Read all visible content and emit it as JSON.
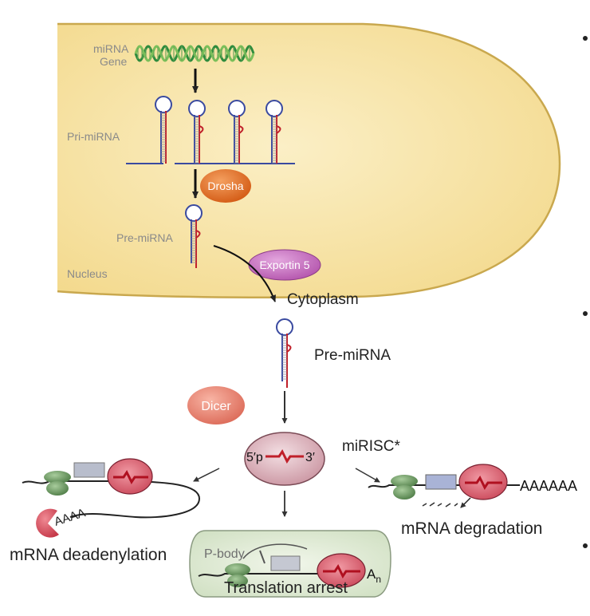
{
  "labels": {
    "mirna_gene_line1": "miRNA",
    "mirna_gene_line2": "Gene",
    "pri_mirna": "Pri-miRNA",
    "drosha": "Drosha",
    "pre_mirna_nucleus": "Pre-miRNA",
    "exportin5": "Exportin 5",
    "nucleus": "Nucleus",
    "cytoplasm": "Cytoplasm",
    "pre_mirna_cytoplasm": "Pre-miRNA",
    "dicer": "Dicer",
    "five_prime": "5′p",
    "three_prime": "3′",
    "mirisc": "miRISC*",
    "polya_tail": "AAAAAA",
    "mrna_degradation": "mRNA degradation",
    "polya_deadenylated": "AAAA",
    "mrna_deadenylation": "mRNA deadenylation",
    "p_body": "P-body",
    "a_n": "A",
    "a_n_subscript": "n",
    "translation_arrest": "Translation arrest"
  },
  "colors": {
    "nucleus_fill": "#f6e3a4",
    "nucleus_stroke": "#c9a84e",
    "drosha": "#e0742a",
    "exportin": "#c56fbd",
    "dicer": "#e98472",
    "mirisc": "#d9a9b3",
    "rna_blue": "#3a4aa0",
    "rna_red": "#c0202a",
    "ribosome": "#6d9a62",
    "pbody": "#e2ecd8"
  }
}
